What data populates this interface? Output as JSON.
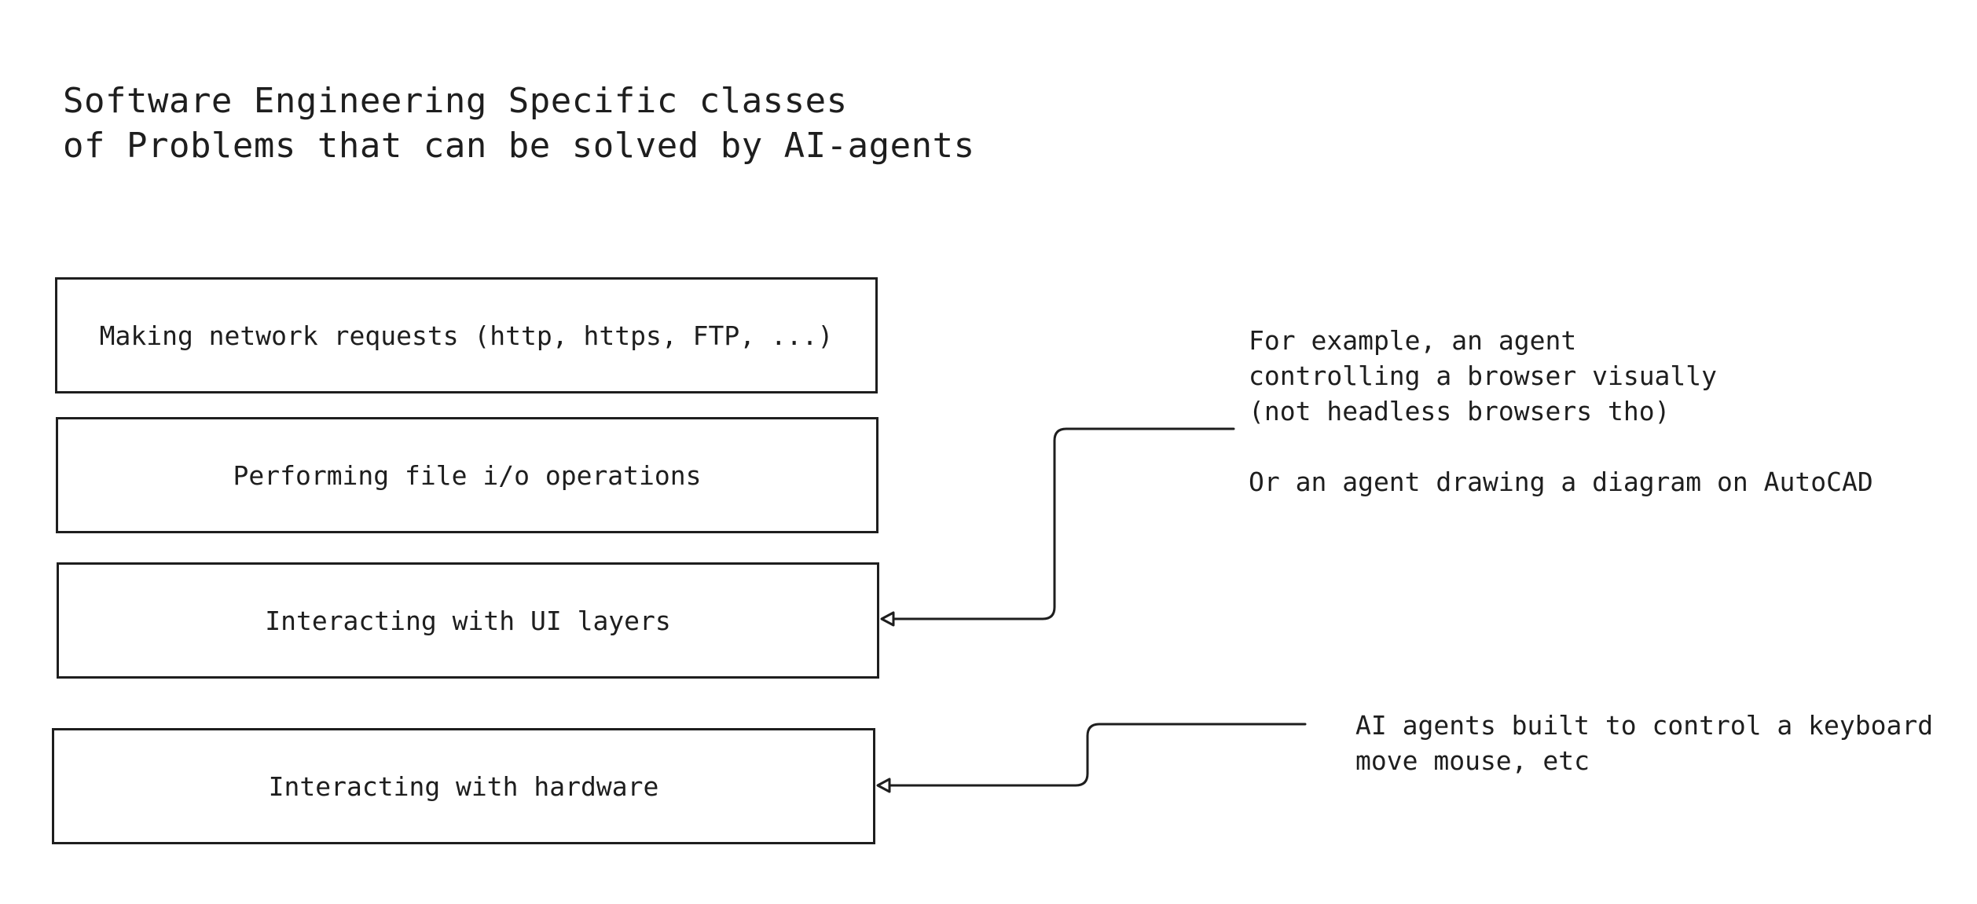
{
  "title": {
    "line1": "Software Engineering Specific classes",
    "line2": "of Problems that can be solved by AI-agents"
  },
  "boxes": [
    {
      "label": "Making network requests (http, https, FTP, ...)"
    },
    {
      "label": "Performing file i/o operations"
    },
    {
      "label": "Interacting with UI layers"
    },
    {
      "label": "Interacting with hardware"
    }
  ],
  "notes": [
    {
      "lines": [
        "For example, an agent",
        "controlling a browser visually",
        "(not headless browsers tho)",
        "",
        "Or an agent drawing a diagram on AutoCAD"
      ]
    },
    {
      "lines": [
        "AI agents built to control a keyboard",
        "move mouse, etc"
      ]
    }
  ],
  "colors": {
    "stroke": "#1e1e1e",
    "background": "#ffffff"
  }
}
